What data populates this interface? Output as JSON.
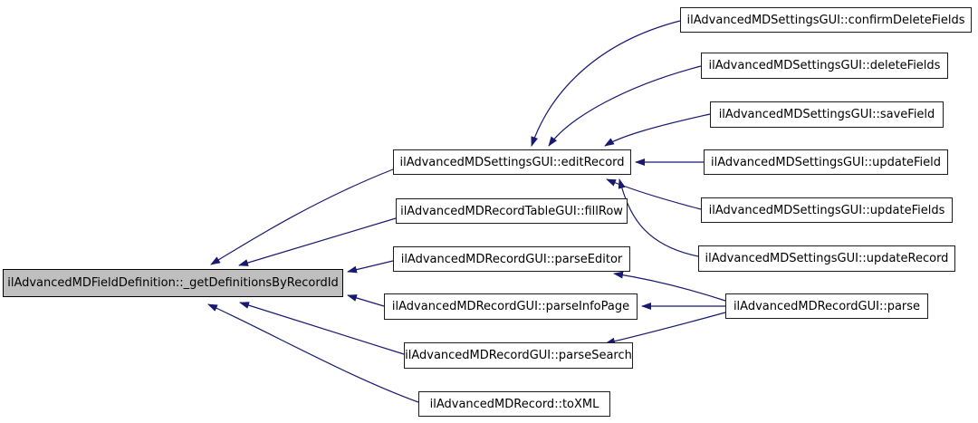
{
  "graph": {
    "type": "call-graph",
    "background_color": "#ffffff",
    "edge_color": "#191970",
    "node_border_color": "#1c1c1c",
    "node_fill_color": "#ffffff",
    "focus_fill_color": "#bfbfbf",
    "focus_node": "ilAdvancedMDFieldDefinition::_getDefinitionsByRecordId",
    "nodes": {
      "focus": {
        "label": "ilAdvancedMDFieldDefinition::_getDefinitionsByRecordId",
        "highlighted": true
      },
      "editRecord": {
        "label": "ilAdvancedMDSettingsGUI::editRecord"
      },
      "fillRow": {
        "label": "ilAdvancedMDRecordTableGUI::fillRow"
      },
      "parseEditor": {
        "label": "ilAdvancedMDRecordGUI::parseEditor"
      },
      "parseInfoPage": {
        "label": "ilAdvancedMDRecordGUI::parseInfoPage"
      },
      "parseSearch": {
        "label": "ilAdvancedMDRecordGUI::parseSearch"
      },
      "toXML": {
        "label": "ilAdvancedMDRecord::toXML"
      },
      "confirmDeleteFields": {
        "label": "ilAdvancedMDSettingsGUI::confirmDeleteFields"
      },
      "deleteFields": {
        "label": "ilAdvancedMDSettingsGUI::deleteFields"
      },
      "saveField": {
        "label": "ilAdvancedMDSettingsGUI::saveField"
      },
      "updateField": {
        "label": "ilAdvancedMDSettingsGUI::updateField"
      },
      "updateFields": {
        "label": "ilAdvancedMDSettingsGUI::updateFields"
      },
      "updateRecord": {
        "label": "ilAdvancedMDSettingsGUI::updateRecord"
      },
      "parse": {
        "label": "ilAdvancedMDRecordGUI::parse"
      }
    },
    "edges": [
      {
        "from": "editRecord",
        "to": "focus"
      },
      {
        "from": "fillRow",
        "to": "focus"
      },
      {
        "from": "parseEditor",
        "to": "focus"
      },
      {
        "from": "parseInfoPage",
        "to": "focus"
      },
      {
        "from": "parseSearch",
        "to": "focus"
      },
      {
        "from": "toXML",
        "to": "focus"
      },
      {
        "from": "confirmDeleteFields",
        "to": "editRecord"
      },
      {
        "from": "deleteFields",
        "to": "editRecord"
      },
      {
        "from": "saveField",
        "to": "editRecord"
      },
      {
        "from": "updateField",
        "to": "editRecord"
      },
      {
        "from": "updateFields",
        "to": "editRecord"
      },
      {
        "from": "updateRecord",
        "to": "editRecord"
      },
      {
        "from": "parse",
        "to": "parseEditor"
      },
      {
        "from": "parse",
        "to": "parseInfoPage"
      },
      {
        "from": "parse",
        "to": "parseSearch"
      }
    ]
  }
}
